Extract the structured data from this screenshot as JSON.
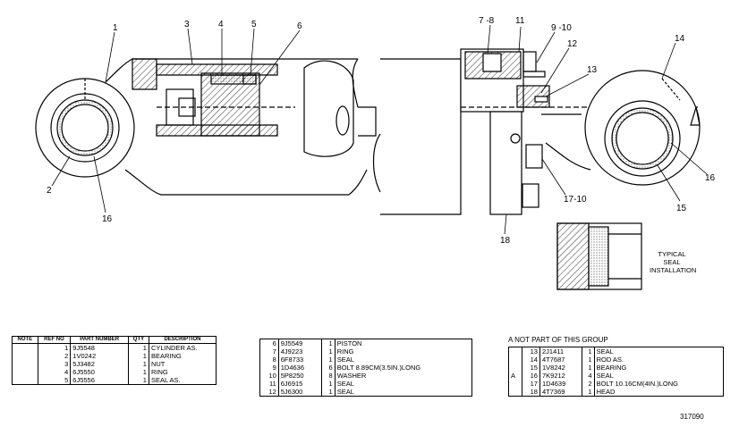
{
  "callouts": {
    "c1": "1",
    "c2": "2",
    "c3": "3",
    "c4": "4",
    "c5": "5",
    "c6": "6",
    "c7": "7 -8",
    "c9": "9 -10",
    "c11": "11",
    "c12": "12",
    "c13": "13",
    "c14": "14",
    "c15": "15",
    "c16a": "16",
    "c16b": "16",
    "c17": "17-10",
    "c18": "18"
  },
  "seal_caption": "TYPICAL SEAL INSTALLATION",
  "group_note": "A   NOT PART OF THIS GROUP",
  "drawing_number": "317090",
  "table_headers": {
    "note": "NOTE",
    "ref_no": "REF NO",
    "part_number": "PART NUMBER",
    "qty": "QTY",
    "description": "DESCRIPTION"
  },
  "parts_table_1": [
    {
      "note": "",
      "ref": "1",
      "part": "9J5548",
      "qty": "1",
      "desc": "CYLINDER AS."
    },
    {
      "note": "",
      "ref": "2",
      "part": "1V0242",
      "qty": "1",
      "desc": "   BEARING"
    },
    {
      "note": "",
      "ref": "3",
      "part": "5J3482",
      "qty": "1",
      "desc": "NUT"
    },
    {
      "note": "",
      "ref": "4",
      "part": "6J5550",
      "qty": "1",
      "desc": "RING"
    },
    {
      "note": "",
      "ref": "5",
      "part": "6J5556",
      "qty": "1",
      "desc": "SEAL AS."
    }
  ],
  "parts_table_2": [
    {
      "ref": "6",
      "part": "9J5549",
      "qty": "1",
      "desc": "PISTON"
    },
    {
      "ref": "7",
      "part": "4J9223",
      "qty": "1",
      "desc": "RING"
    },
    {
      "ref": "8",
      "part": "6F8733",
      "qty": "1",
      "desc": "SEAL"
    },
    {
      "ref": "9",
      "part": "1D4636",
      "qty": "6",
      "desc": "BOLT 8.89CM(3.5IN.)LONG"
    },
    {
      "ref": "10",
      "part": "5P8250",
      "qty": "8",
      "desc": "WASHER"
    },
    {
      "ref": "11",
      "part": "6J6915",
      "qty": "1",
      "desc": "SEAL"
    },
    {
      "ref": "12",
      "part": "5J6300",
      "qty": "1",
      "desc": "SEAL"
    }
  ],
  "parts_table_3": [
    {
      "note": "",
      "ref": "13",
      "part": "2J1411",
      "qty": "1",
      "desc": "SEAL"
    },
    {
      "note": "",
      "ref": "14",
      "part": "4T7687",
      "qty": "1",
      "desc": "ROD AS."
    },
    {
      "note": "",
      "ref": "15",
      "part": "1V8242",
      "qty": "1",
      "desc": "   BEARING"
    },
    {
      "note": "A",
      "ref": "16",
      "part": "7K9212",
      "qty": "4",
      "desc": "SEAL"
    },
    {
      "note": "",
      "ref": "17",
      "part": "1D4639",
      "qty": "2",
      "desc": "BOLT 10.16CM(4IN.)LONG"
    },
    {
      "note": "",
      "ref": "18",
      "part": "4T7369",
      "qty": "1",
      "desc": "HEAD"
    }
  ]
}
